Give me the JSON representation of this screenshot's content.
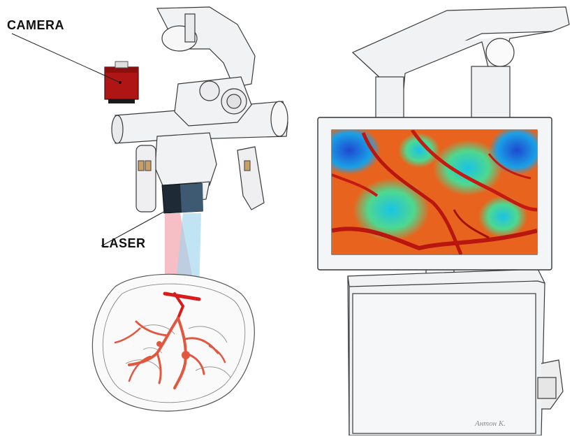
{
  "labels": {
    "camera": "CAMERA",
    "laser": "LASER"
  },
  "signature": "Антон К.",
  "colors": {
    "camera_body": "#b01515",
    "laser_body": "#1e2a36",
    "laser_beam": "#f2a3ad",
    "light_beam": "#9fd6ee",
    "vessels": "#e1573f",
    "vessel_core": "#d81c1c",
    "outline": "#3a3a3a",
    "device_fill": "#f1f2f4"
  }
}
